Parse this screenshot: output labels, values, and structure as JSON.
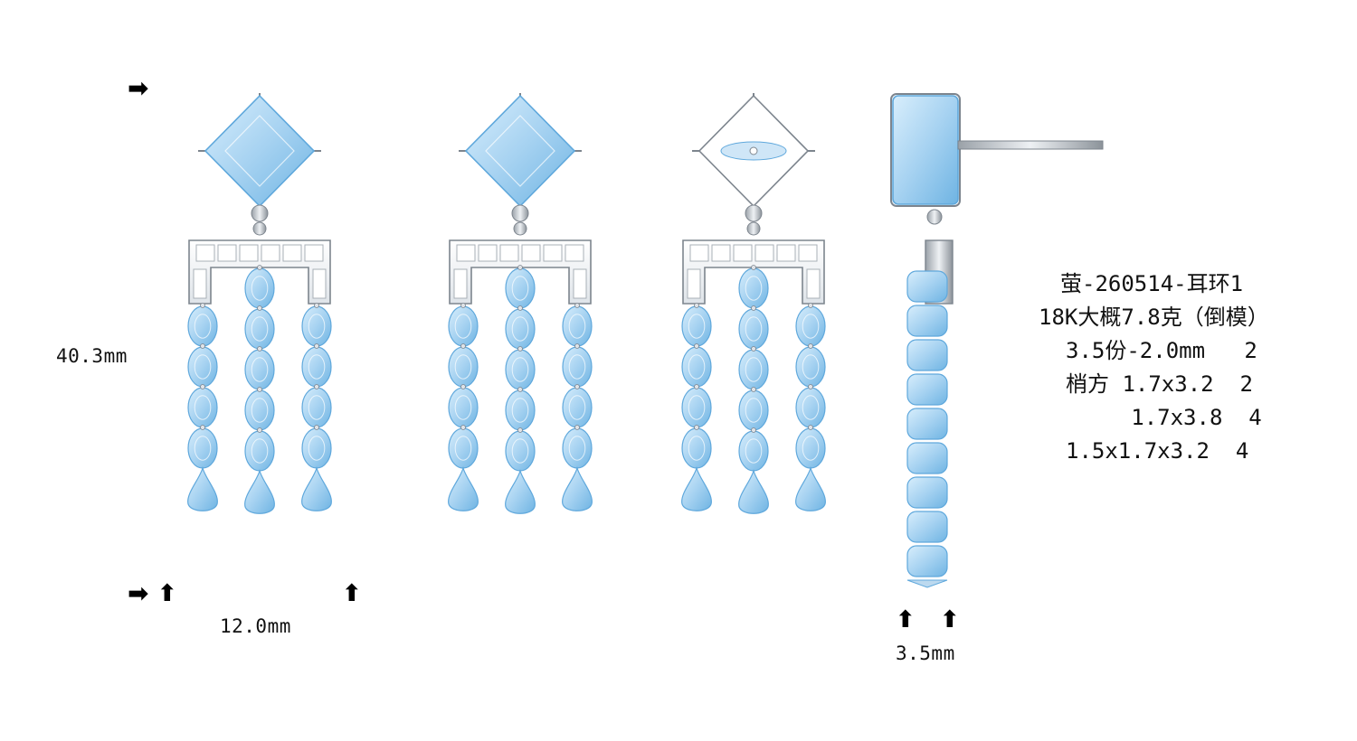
{
  "dimensions": {
    "height": "40.3mm",
    "width": "12.0mm",
    "depth": "3.5mm"
  },
  "specs": {
    "line1": "萤-260514-耳环1",
    "line2": "18K大概7.8克（倒模）",
    "line3": "3.5份-2.0mm   2",
    "line4": "梢方 1.7x3.2  2",
    "line5": "     1.7x3.8  4",
    "line6": "1.5x1.7x3.2  4"
  },
  "icons": {
    "right_arrow": "➡",
    "up_arrow": "⬆"
  },
  "colors": {
    "gem_blue": "#a9d4f2",
    "gem_edge": "#5fa8dc",
    "metal": "#c7ccd2",
    "metal_dark": "#7d858e"
  }
}
